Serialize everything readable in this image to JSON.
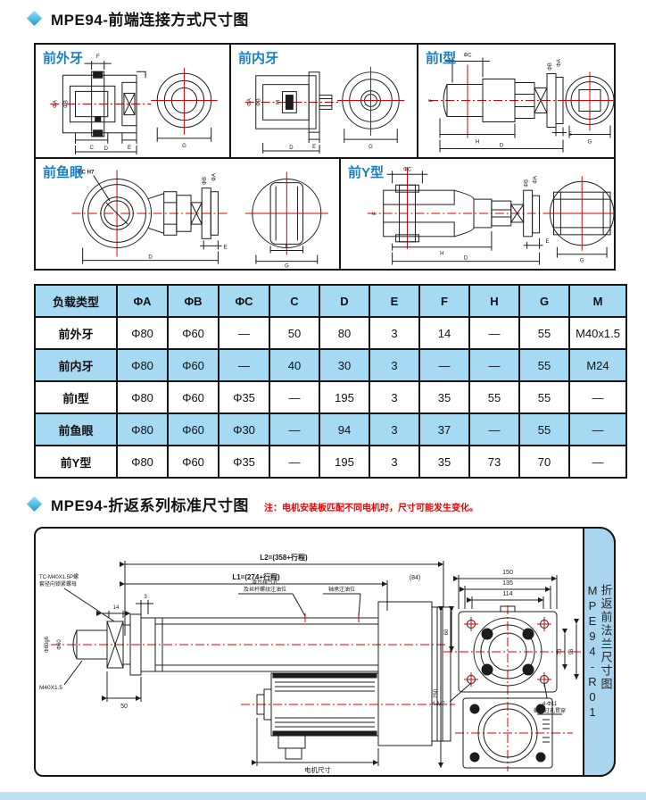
{
  "sections": {
    "s1_title": "MPE94-前端连接方式尺寸图",
    "s2_title": "MPE94-折返系列标准尺寸图",
    "s2_note": "注：电机安装板匹配不同电机时，尺寸可能发生变化。"
  },
  "diagrams": {
    "cells": [
      {
        "label": "前外牙",
        "dims": [
          "F",
          "ΦA",
          "ΦB",
          "C",
          "E",
          "D",
          "G"
        ]
      },
      {
        "label": "前内牙",
        "dims": [
          "ΦA",
          "ΦB",
          "M",
          "E",
          "D",
          "G"
        ]
      },
      {
        "label": "前I型",
        "dims": [
          "ΦC",
          "F",
          "ΦB",
          "ΦA",
          "H",
          "E",
          "D",
          "G"
        ]
      },
      {
        "label": "前鱼眼",
        "dims": [
          "ΦC H7",
          "ΦB",
          "ΦA",
          "E",
          "D",
          "F",
          "G"
        ]
      },
      {
        "label": "前Y型",
        "dims": [
          "ΦC",
          "F",
          "ΦB",
          "ΦA",
          "H",
          "E",
          "D",
          "G"
        ]
      }
    ]
  },
  "table": {
    "headers": [
      "负载类型",
      "ΦA",
      "ΦB",
      "ΦC",
      "C",
      "D",
      "E",
      "F",
      "H",
      "G",
      "M"
    ],
    "rows": [
      {
        "cells": [
          "前外牙",
          "Φ80",
          "Φ60",
          "—",
          "50",
          "80",
          "3",
          "14",
          "—",
          "55",
          "M40x1.5"
        ]
      },
      {
        "cells": [
          "前内牙",
          "Φ80",
          "Φ60",
          "—",
          "40",
          "30",
          "3",
          "—",
          "—",
          "55",
          "M24"
        ]
      },
      {
        "cells": [
          "前I型",
          "Φ80",
          "Φ60",
          "Φ35",
          "—",
          "195",
          "3",
          "35",
          "55",
          "55",
          "—"
        ]
      },
      {
        "cells": [
          "前鱼眼",
          "Φ80",
          "Φ60",
          "Φ30",
          "—",
          "94",
          "3",
          "37",
          "—",
          "55",
          "—"
        ]
      },
      {
        "cells": [
          "前Y型",
          "Φ80",
          "Φ60",
          "Φ35",
          "—",
          "195",
          "3",
          "35",
          "73",
          "70",
          "—"
        ]
      }
    ]
  },
  "bottom_drawing": {
    "dims": {
      "l2": "L2=(358+行程)",
      "l1": "L1=(274+行程)",
      "d84": "(84)",
      "d14": "14",
      "d3": "3",
      "d50": "50",
      "m40": "M40X1.5",
      "phi80": "Φ80g6",
      "phi60": "Φ60",
      "f150": "150",
      "f135": "135",
      "f114": "114",
      "f60": "60",
      "f73": "73",
      "f96": "96",
      "f250": "250",
      "motor": "电机尺寸"
    },
    "notes": {
      "nut1": "TC-M40X1.5P螺",
      "nut2": "套径向锁紧螺母",
      "vent1": "滑台排气孔",
      "vent2": "及丝杆螺纹注油位",
      "bearing": "轴承注油位",
      "holes1": "4-Φ11",
      "holes2": "螺钉过孔贯穿",
      "holes3": "4-M5"
    },
    "side_tab": {
      "line1": "折返前法兰尺寸图",
      "line2": "MPE94-R01"
    }
  },
  "colors": {
    "table_blue": "#a6d9f2",
    "tab_blue": "#a9d6ee",
    "label_blue": "#1b7ec2",
    "note_red": "#ee0000",
    "centerline_red": "#dd0000"
  }
}
